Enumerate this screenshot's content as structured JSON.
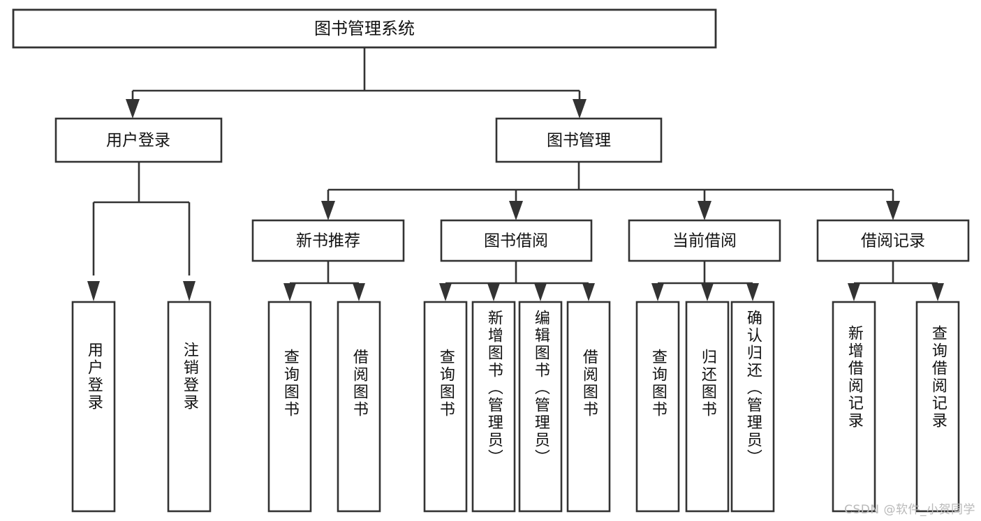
{
  "diagram": {
    "title": "图书管理系统",
    "watermark": "CSDN @软件_小贺同学",
    "stroke_color": "#333333",
    "fill_color": "#ffffff",
    "text_color": "#111111"
  },
  "levels": {
    "root": {
      "label": "图书管理系统"
    },
    "level2": [
      {
        "id": "user-login",
        "label": "用户登录"
      },
      {
        "id": "book-management",
        "label": "图书管理"
      }
    ],
    "level3": [
      {
        "id": "new-book-recommend",
        "label": "新书推荐"
      },
      {
        "id": "book-borrow",
        "label": "图书借阅"
      },
      {
        "id": "current-borrow",
        "label": "当前借阅"
      },
      {
        "id": "borrow-record",
        "label": "借阅记录"
      }
    ],
    "leaves": {
      "user_login": [
        {
          "id": "leaf-user-login",
          "label": "用户登录"
        },
        {
          "id": "leaf-logout-login",
          "label": "注销登录"
        }
      ],
      "new_book_recommend": [
        {
          "id": "leaf-query-book-1",
          "label": "查询图书"
        },
        {
          "id": "leaf-borrow-book-1",
          "label": "借阅图书"
        }
      ],
      "book_borrow": [
        {
          "id": "leaf-query-book-2",
          "label": "查询图书"
        },
        {
          "id": "leaf-add-book",
          "label": "新增图书（管理员）"
        },
        {
          "id": "leaf-edit-book",
          "label": "编辑图书（管理员）"
        },
        {
          "id": "leaf-borrow-book-2",
          "label": "借阅图书"
        }
      ],
      "current_borrow": [
        {
          "id": "leaf-query-book-3",
          "label": "查询图书"
        },
        {
          "id": "leaf-return-book",
          "label": "归还图书"
        },
        {
          "id": "leaf-confirm-return",
          "label": "确认归还（管理员）"
        }
      ],
      "borrow_record": [
        {
          "id": "leaf-add-record",
          "label": "新增借阅记录"
        },
        {
          "id": "leaf-query-record",
          "label": "查询借阅记录"
        }
      ]
    }
  }
}
